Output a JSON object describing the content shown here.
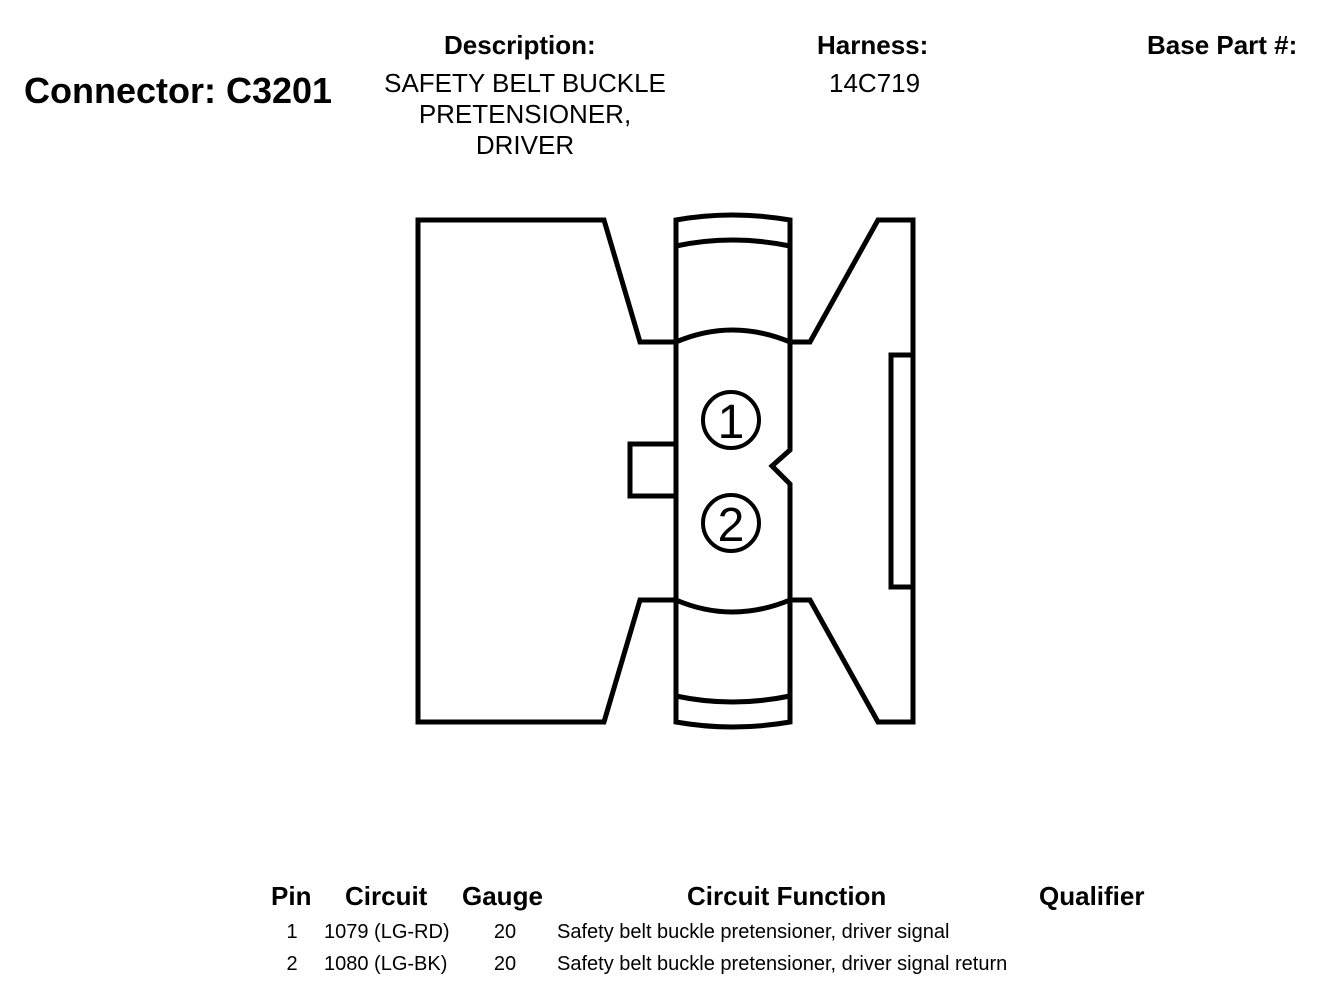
{
  "connector": {
    "title": "Connector: C3201"
  },
  "headers": {
    "description": "Description:",
    "harness": "Harness:",
    "base_part": "Base Part #:"
  },
  "description": {
    "lines": [
      "SAFETY BELT BUCKLE",
      "PRETENSIONER,",
      "DRIVER"
    ]
  },
  "harness": {
    "value": "14C719"
  },
  "diagram": {
    "pins": [
      "1",
      "2"
    ]
  },
  "table": {
    "headers": {
      "pin": "Pin",
      "circuit": "Circuit",
      "gauge": "Gauge",
      "function": "Circuit Function",
      "qualifier": "Qualifier"
    },
    "rows": [
      {
        "pin": "1",
        "circuit": "1079 (LG-RD)",
        "gauge": "20",
        "function": "Safety belt buckle pretensioner, driver signal",
        "qualifier": ""
      },
      {
        "pin": "2",
        "circuit": "1080 (LG-BK)",
        "gauge": "20",
        "function": "Safety belt buckle pretensioner, driver signal return",
        "qualifier": ""
      }
    ]
  }
}
